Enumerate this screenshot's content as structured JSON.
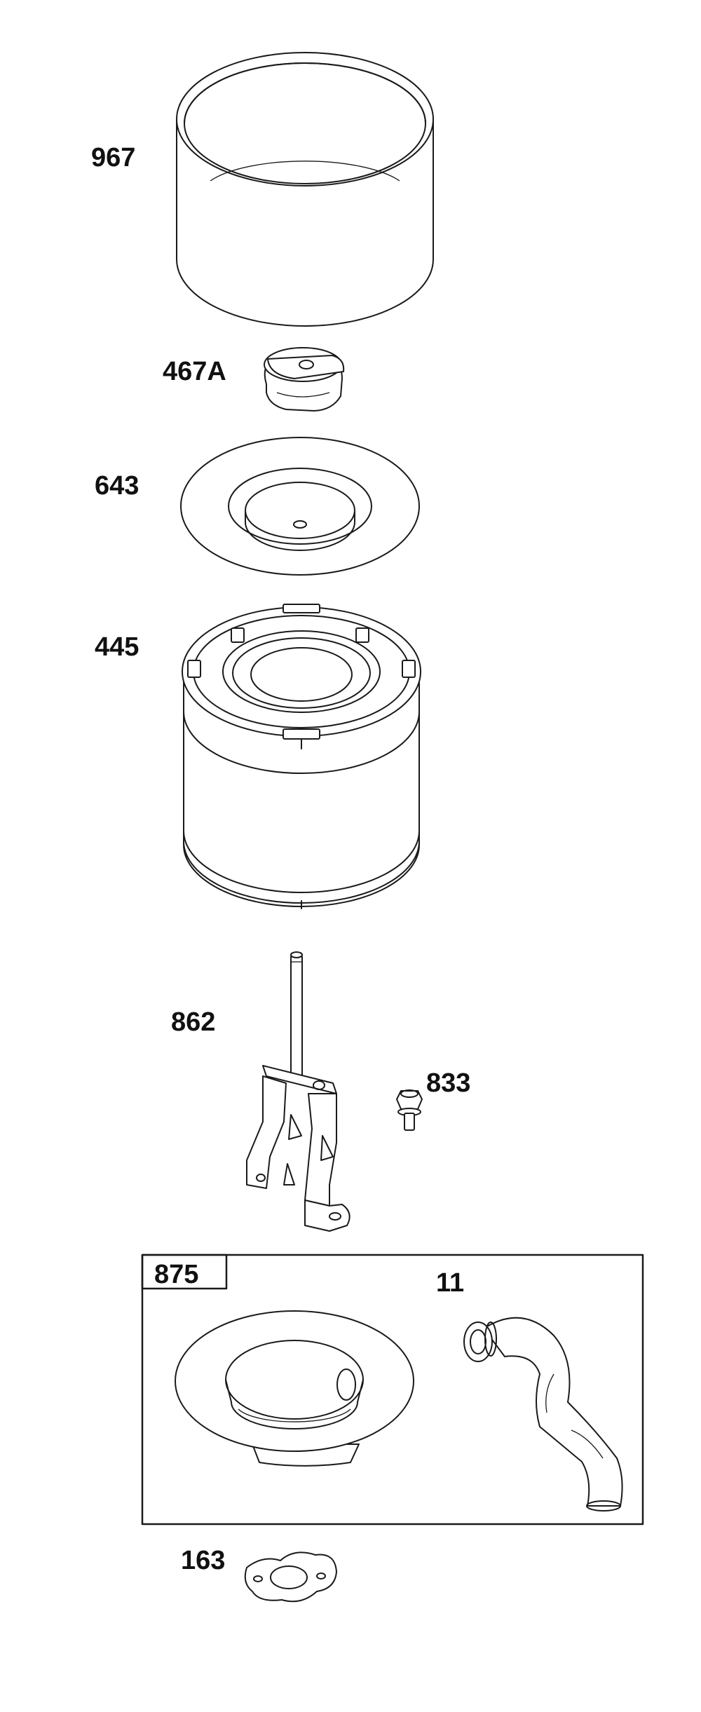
{
  "parts": [
    {
      "id": "967",
      "label": "967",
      "icon": "outer-cover-icon"
    },
    {
      "id": "467A",
      "label": "467A",
      "icon": "knob-icon"
    },
    {
      "id": "643",
      "label": "643",
      "icon": "pre-cleaner-disc-icon"
    },
    {
      "id": "445",
      "label": "445",
      "icon": "air-filter-cartridge-icon"
    },
    {
      "id": "862",
      "label": "862",
      "icon": "bracket-stud-icon"
    },
    {
      "id": "833",
      "label": "833",
      "icon": "screw-icon"
    },
    {
      "id": "875",
      "label": "875",
      "icon": "kit-box-icon"
    },
    {
      "id": "11",
      "label": "11",
      "icon": "breather-tube-icon"
    },
    {
      "id": "163",
      "label": "163",
      "icon": "gasket-icon"
    }
  ],
  "colors": {
    "line": "#1a1a1a",
    "background": "#ffffff",
    "fill_light": "#f4f4f4"
  }
}
